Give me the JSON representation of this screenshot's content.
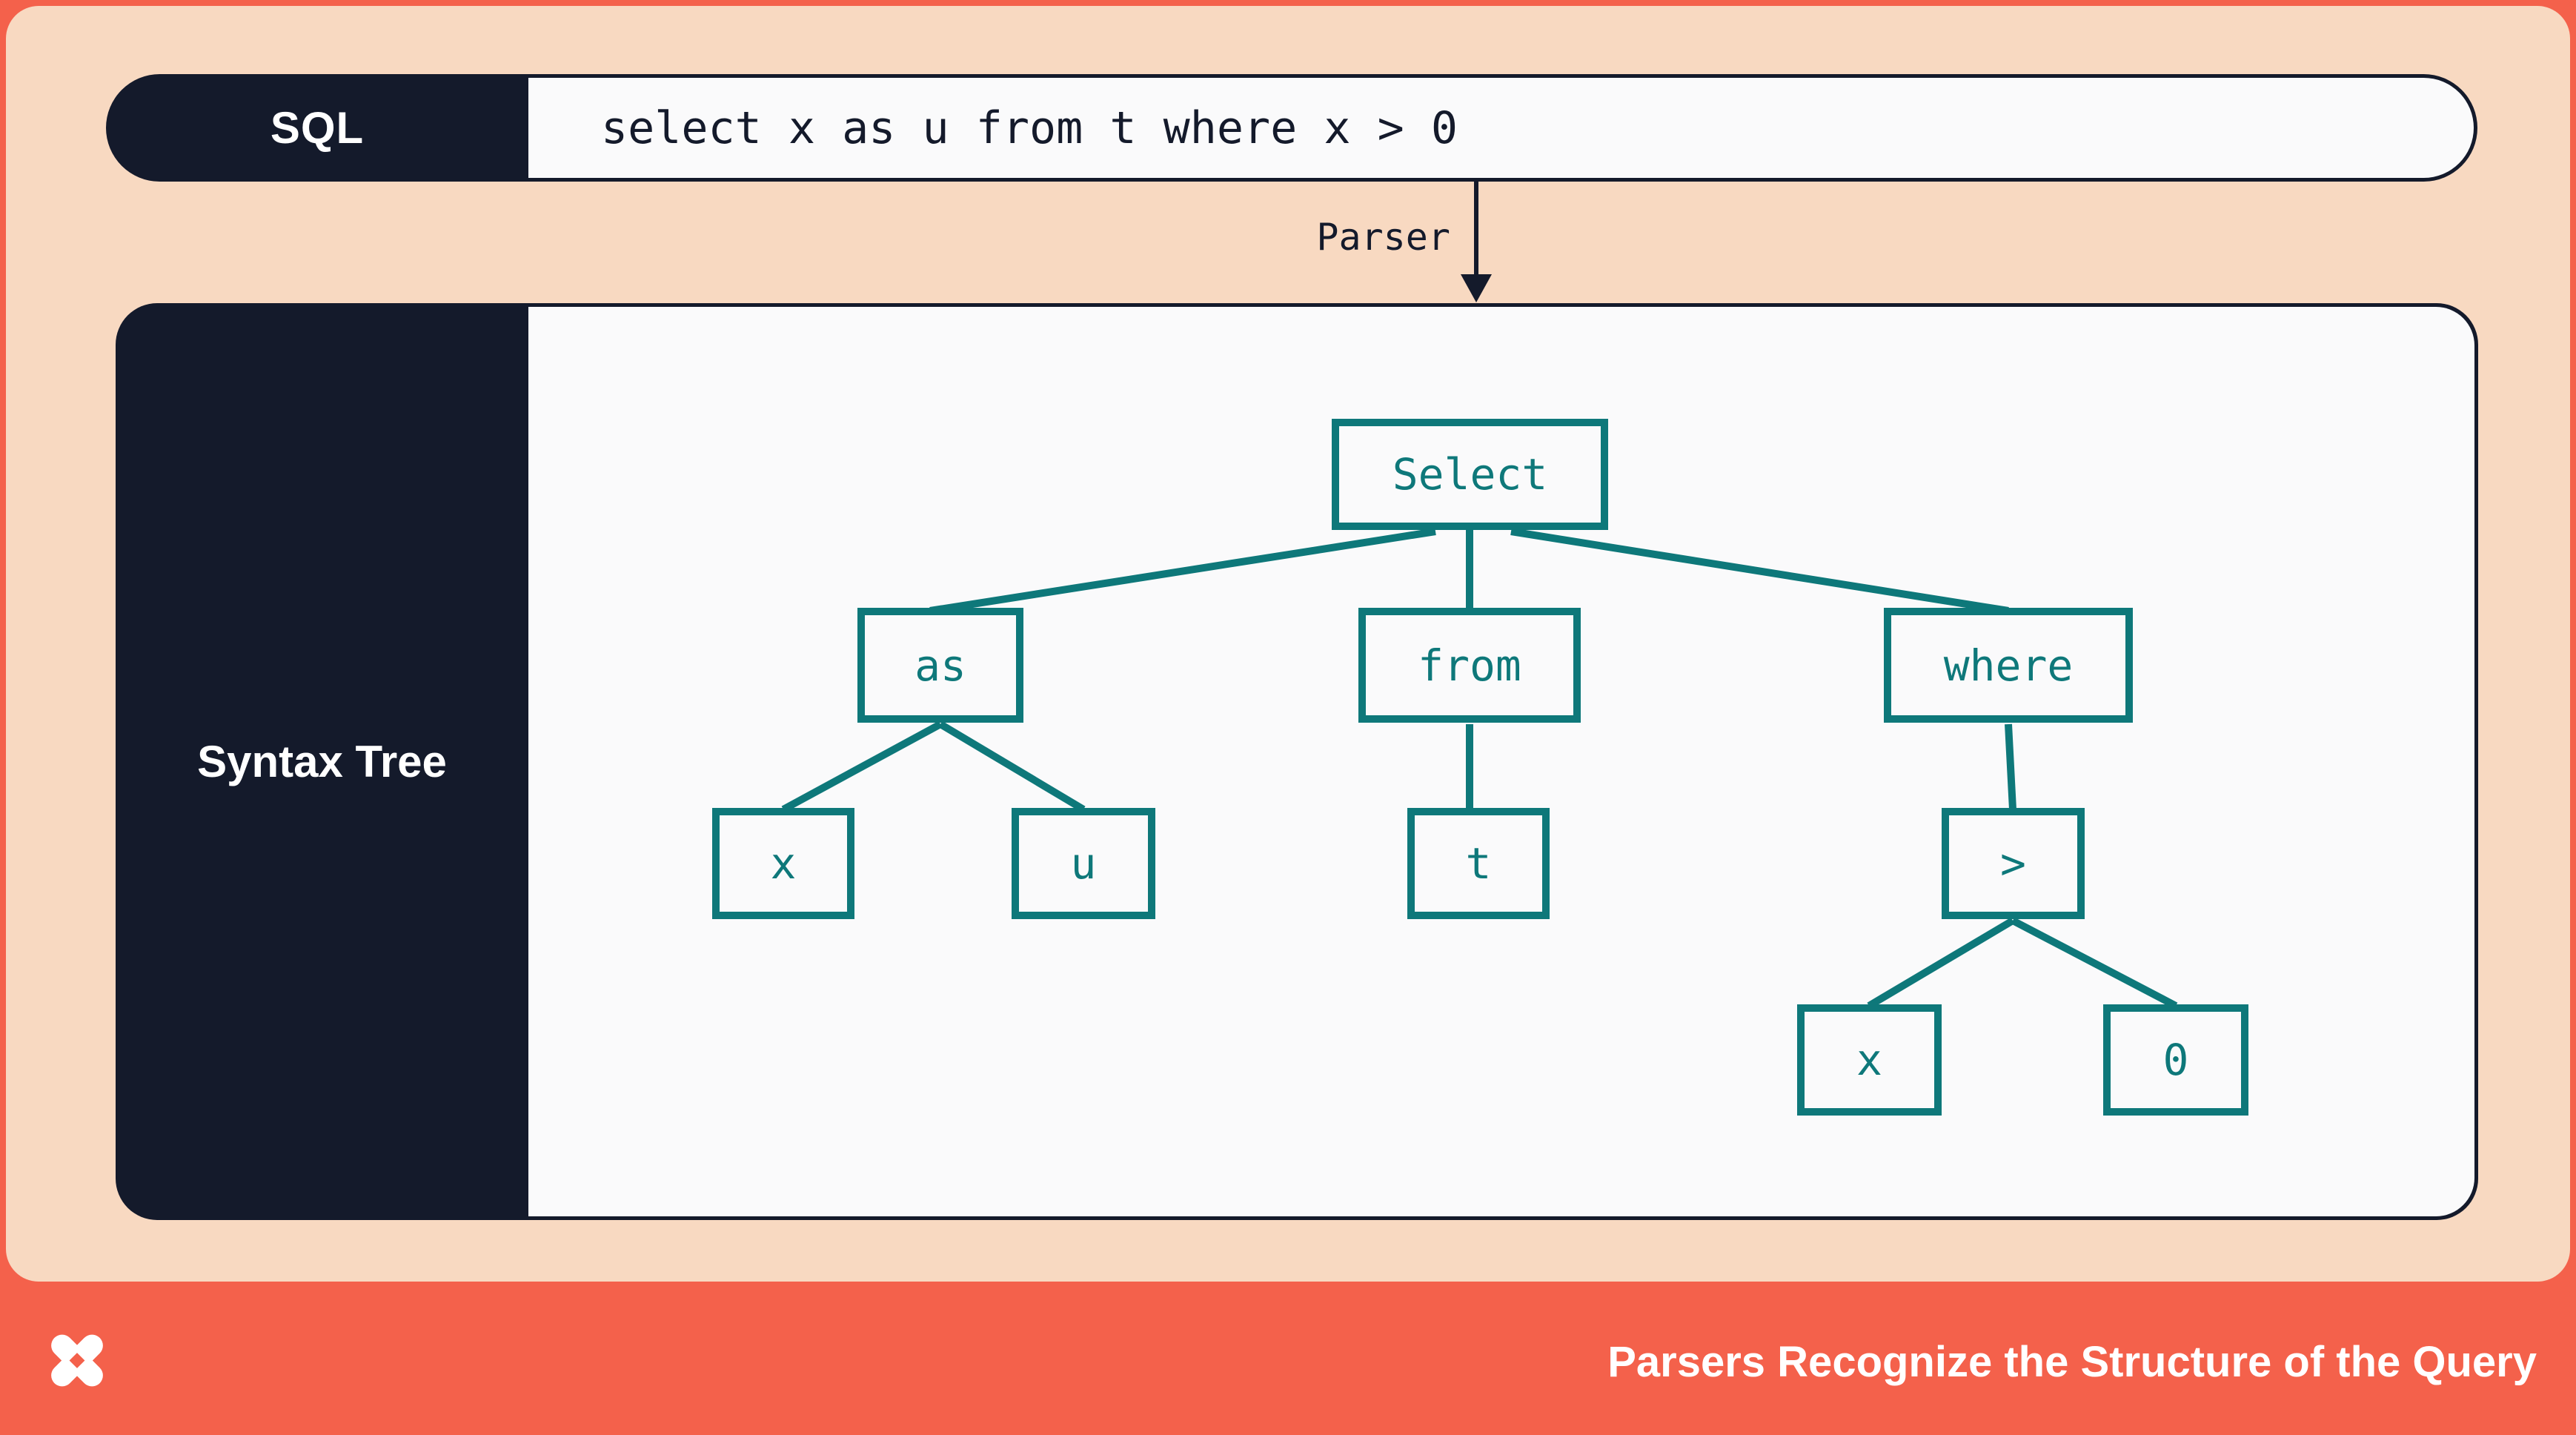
{
  "sql_bar": {
    "label": "SQL",
    "code": "select x as u from t where x > 0"
  },
  "parser": {
    "label": "Parser",
    "arrow_icon": "arrow-down-icon"
  },
  "tree_panel": {
    "label": "Syntax Tree"
  },
  "tree": {
    "nodes": [
      {
        "id": "select",
        "label": "Select",
        "parent": null
      },
      {
        "id": "as",
        "label": "as",
        "parent": "select"
      },
      {
        "id": "from",
        "label": "from",
        "parent": "select"
      },
      {
        "id": "where",
        "label": "where",
        "parent": "select"
      },
      {
        "id": "x1",
        "label": "x",
        "parent": "as"
      },
      {
        "id": "u",
        "label": "u",
        "parent": "as"
      },
      {
        "id": "t",
        "label": "t",
        "parent": "from"
      },
      {
        "id": "gt",
        "label": ">",
        "parent": "where"
      },
      {
        "id": "x2",
        "label": "x",
        "parent": "gt"
      },
      {
        "id": "zero",
        "label": "0",
        "parent": "gt"
      }
    ]
  },
  "footer": {
    "title": "Parsers Recognize the Structure of the Query",
    "logo": "x-star-logo"
  },
  "colors": {
    "coral": "#F4614B",
    "peach": "#F8D9C1",
    "navy": "#141A2B",
    "panel_white": "#FAFAFB",
    "teal": "#0E787A",
    "white": "#FFFFFF"
  }
}
